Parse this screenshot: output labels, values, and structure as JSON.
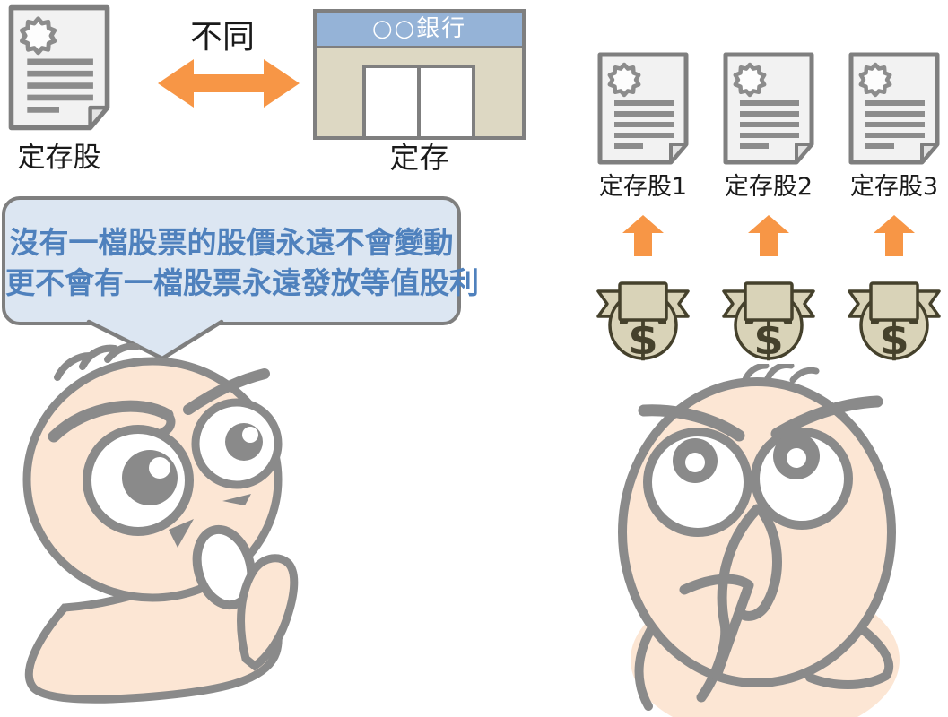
{
  "colors": {
    "orange": "#F79646",
    "outline_gray": "#7F7F7F",
    "doc_fill": "#F2F2F2",
    "doc_line": "#8C8C8C",
    "bank_bar_blue": "#95B3D7",
    "bank_body_tan": "#DDD8C3",
    "bubble_fill": "#DCE6F2",
    "bubble_text_blue": "#4F81BD",
    "bag_fill": "#D9D3B8",
    "bag_outline": "#45412C",
    "skin": "#FCE6D4",
    "character_line": "#8A8A8A"
  },
  "comparison": {
    "stock_label": "定存股",
    "relation_label": "不同",
    "bank_name": "○○銀行",
    "deposit_label": "定存"
  },
  "speech_bubble": {
    "line1": "沒有一檔股票的股價永遠不會變動",
    "line2": "更不會有一檔股票永遠發放等值股利"
  },
  "dividend_stocks": {
    "items": [
      {
        "label": "定存股1"
      },
      {
        "label": "定存股2"
      },
      {
        "label": "定存股3"
      }
    ],
    "money_symbol": "$"
  }
}
